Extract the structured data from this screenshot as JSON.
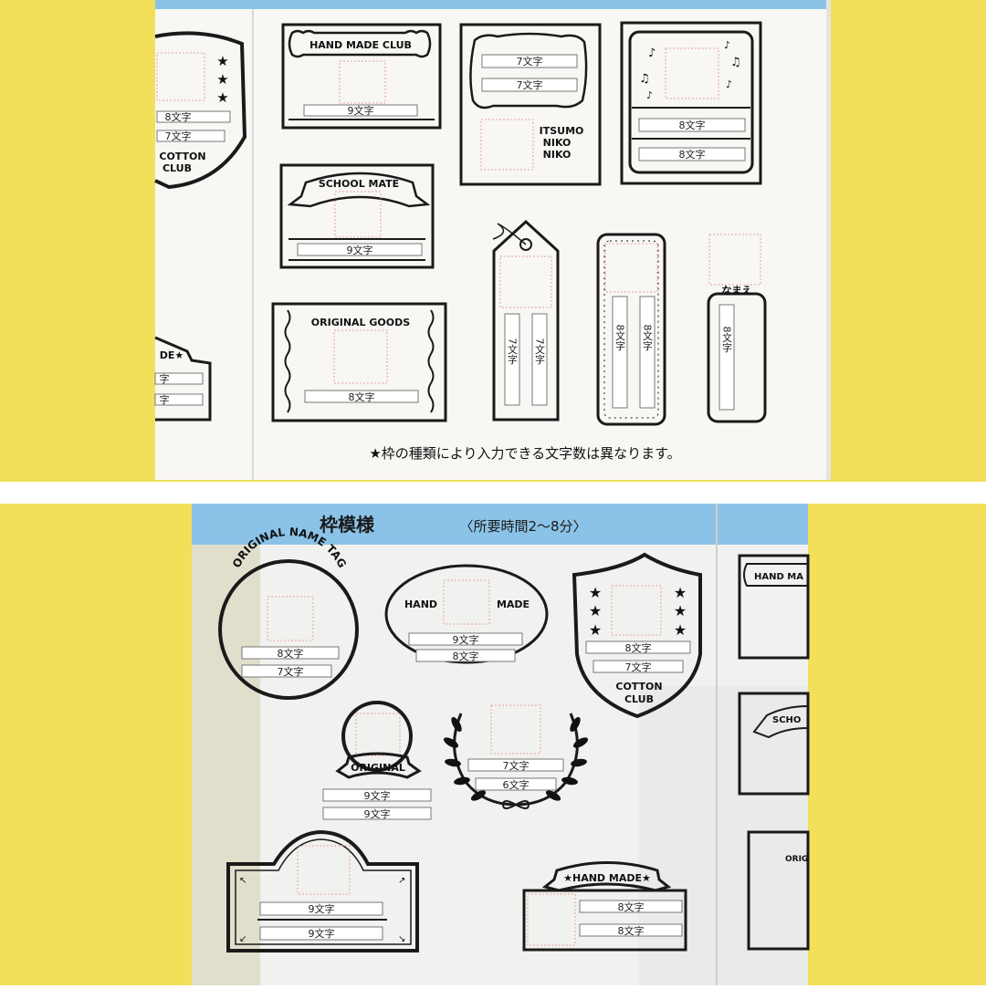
{
  "colors": {
    "yellow_background": "#f2df5a",
    "blue_header": "#8bc3e8",
    "paper": "#f7f6f3",
    "ink": "#1a1a1a",
    "photo_guide": "#e6a0a0"
  },
  "top_photo": {
    "shield_partial": {
      "field1": "8文字",
      "field2": "7文字",
      "line1": "COTTON",
      "line2": "CLUB"
    },
    "hand_made_club": {
      "title": "HAND MADE CLUB",
      "field": "9文字"
    },
    "itsumo_niko": {
      "field1": "7文字",
      "field2": "7文字",
      "line1": "ITSUMO",
      "line2": "NIKO",
      "line3": "NIKO"
    },
    "music_frame": {
      "field1": "8文字",
      "field2": "8文字"
    },
    "school_mate": {
      "title": "SCHOOL MATE",
      "field": "9文字"
    },
    "original_goods": {
      "title": "ORIGINAL GOODS",
      "field": "8文字"
    },
    "tag_frame": {
      "field1": "7文字",
      "field2": "7文字"
    },
    "ruler_frame": {
      "field1": "8文字",
      "field2": "8文字"
    },
    "namae_frame": {
      "title": "なまえ",
      "field": "8文字"
    },
    "partial_bottom_left": {
      "banner": "DE★",
      "field1": "字",
      "field2": "字"
    },
    "footnote": "★枠の種類により入力できる文字数は異なります。"
  },
  "bottom_photo": {
    "header_title": "枠模様",
    "header_subtitle": "〈所要時間2〜8分〉",
    "original_name_tag": {
      "title": "ORIGINAL NAME TAG",
      "field1": "8文字",
      "field2": "7文字"
    },
    "hand_made_oval": {
      "left": "HAND",
      "right": "MADE",
      "field1": "9文字",
      "field2": "8文字"
    },
    "cotton_club_shield": {
      "field1": "8文字",
      "field2": "7文字",
      "line1": "COTTON",
      "line2": "CLUB"
    },
    "original_circle": {
      "banner": "ORIGINAL",
      "field1": "9文字",
      "field2": "9文字"
    },
    "laurel": {
      "field1": "7文字",
      "field2": "6文字"
    },
    "arch_frame": {
      "field1": "9文字",
      "field2": "9文字"
    },
    "hand_made_banner": {
      "title": "★HAND MADE★",
      "field1": "8文字",
      "field2": "8文字"
    },
    "partial_right": {
      "label1": "HAND MA",
      "label2": "SCHO",
      "label3": "ORIG"
    }
  }
}
